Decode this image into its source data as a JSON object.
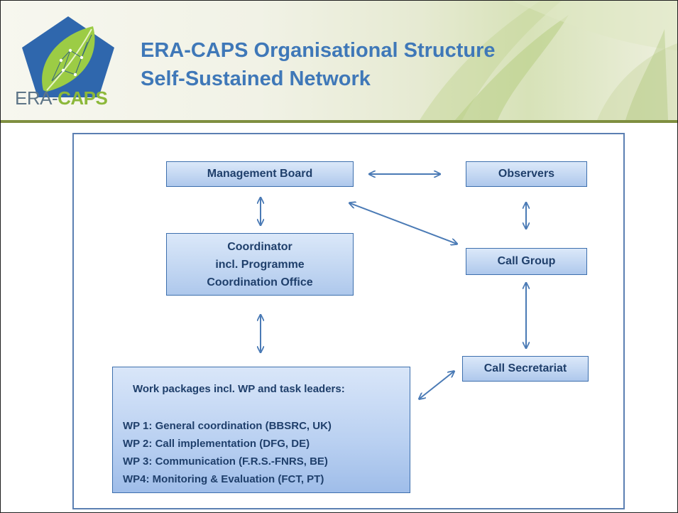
{
  "header": {
    "title_line1": "ERA-CAPS Organisational Structure",
    "title_line2": "Self-Sustained Network",
    "logo_era": "ERA-",
    "logo_caps": "CAPS"
  },
  "colors": {
    "title": "#3f78b8",
    "box_border": "#3d6fad",
    "box_text": "#1f3f6b",
    "arrow": "#4a7ab5",
    "header_rule": "#7f8f40",
    "logo_blue": "#2f67ad",
    "logo_green": "#8cb83a"
  },
  "diagram": {
    "management_board": "Management Board",
    "observers": "Observers",
    "coordinator": [
      "Coordinator",
      "incl. Programme",
      "Coordination Office"
    ],
    "call_group": "Call Group",
    "call_secretariat": "Call Secretariat",
    "work_packages": {
      "heading": "Work packages incl. WP and task leaders:",
      "items": [
        "WP 1: General coordination (BBSRC, UK)",
        "WP 2: Call implementation (DFG, DE)",
        "WP 3: Communication (F.R.S.-FNRS, BE)",
        "WP4: Monitoring & Evaluation (FCT, PT)"
      ]
    }
  }
}
